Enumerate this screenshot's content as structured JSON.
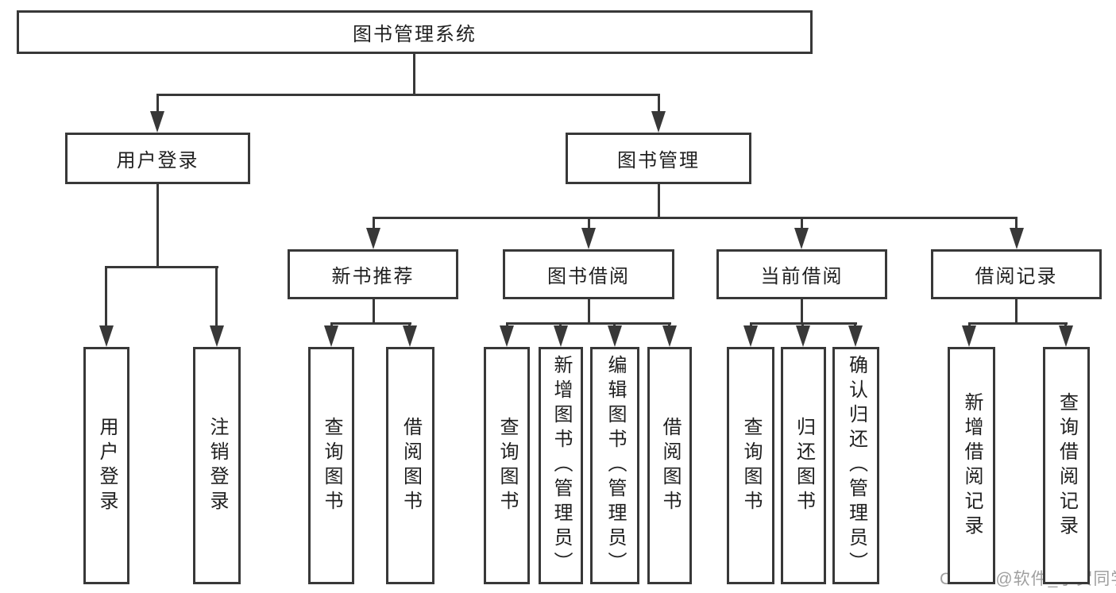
{
  "diagram": {
    "root": {
      "id": "library-system",
      "label": "图书管理系统"
    },
    "level2": [
      {
        "id": "user-login",
        "label": "用户登录"
      },
      {
        "id": "book-management",
        "label": "图书管理"
      }
    ],
    "level3": [
      {
        "id": "new-book-recommend",
        "label": "新书推荐"
      },
      {
        "id": "book-borrow",
        "label": "图书借阅"
      },
      {
        "id": "current-borrow",
        "label": "当前借阅"
      },
      {
        "id": "borrow-records",
        "label": "借阅记录"
      }
    ],
    "leaves": [
      {
        "id": "user-login-action",
        "label": "用户登录"
      },
      {
        "id": "logout-action",
        "label": "注销登录"
      },
      {
        "id": "recommend-query-books",
        "label": "查询图书"
      },
      {
        "id": "recommend-borrow-books",
        "label": "借阅图书"
      },
      {
        "id": "borrow-query-books",
        "label": "查询图书"
      },
      {
        "id": "borrow-add-books-admin",
        "label": "新增图书（管理员）"
      },
      {
        "id": "borrow-edit-books-admin",
        "label": "编辑图书（管理员）"
      },
      {
        "id": "borrow-borrow-books",
        "label": "借阅图书"
      },
      {
        "id": "current-query-books",
        "label": "查询图书"
      },
      {
        "id": "current-return-books",
        "label": "归还图书"
      },
      {
        "id": "current-confirm-return-admin",
        "label": "确认归还（管理员）"
      },
      {
        "id": "records-add-record",
        "label": "新增借阅记录"
      },
      {
        "id": "records-query-record",
        "label": "查询借阅记录"
      }
    ]
  },
  "watermark": {
    "text": "CSDN @软件_小贺同学"
  },
  "colors": {
    "line": "#383838",
    "text": "#1f1f1f",
    "watermark": "#9f9f9f",
    "background": "#ffffff"
  }
}
